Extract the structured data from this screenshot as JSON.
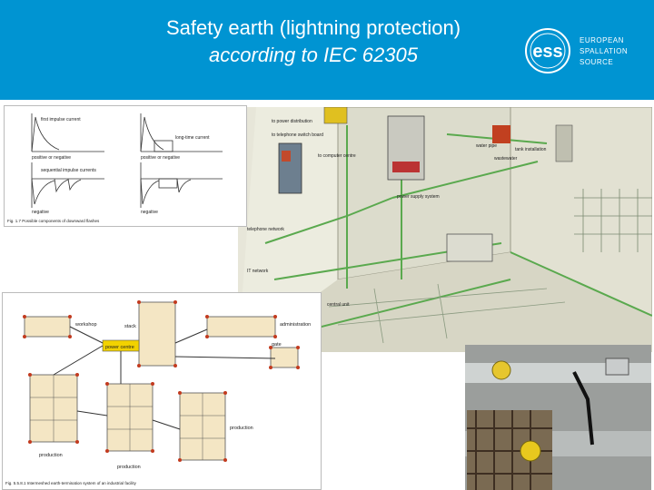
{
  "slide": {
    "title_line1": "Safety earth (lightning protection)",
    "title_line2": "according to IEC 62305",
    "brand_color": "#0094d2"
  },
  "logo": {
    "mark": "ess",
    "line1": "EUROPEAN",
    "line2": "SPALLATION",
    "line3": "SOURCE"
  },
  "impulse_figure": {
    "label_first": "first impulse current",
    "label_long": "long-time current",
    "label_posneg": "positive or negative",
    "label_posneg2": "positive or negative",
    "label_sequential": "sequential impulse currents",
    "label_negative": "negative",
    "label_negative2": "negative",
    "caption": "Fig. 1.7  Possible components of downward flashes"
  },
  "building_drawing": {
    "to_power": "to power distribution",
    "to_telephone": "to telephone switch board",
    "to_computer": "to computer centre",
    "power_supply": "power supply system",
    "telephone": "telephone network",
    "it_network": "IT network",
    "central_unit": "central unit",
    "water_pipe": "water pipe",
    "tank": "tank installation",
    "wastewater": "wastewater"
  },
  "earth_system": {
    "workshop": "workshop",
    "stack": "stack",
    "administration": "administration",
    "power_centre": "power centre",
    "gate": "gate",
    "production1": "production",
    "production2": "production",
    "production3": "production",
    "caption": "Fig. 5.5.8.1  Intermeshed earth-termination system of an industrial facility"
  }
}
